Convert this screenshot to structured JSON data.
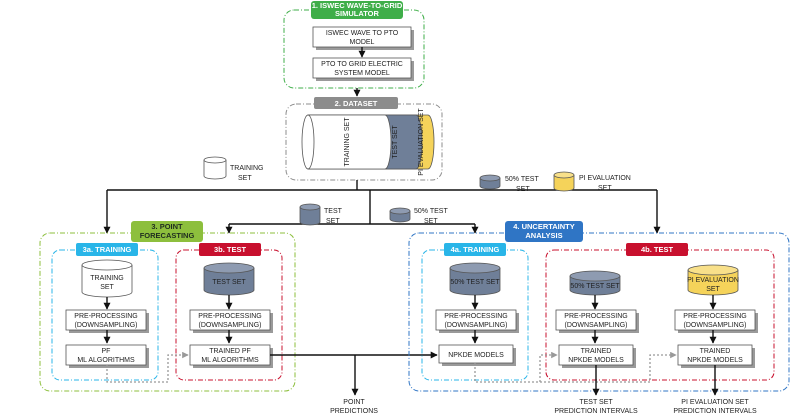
{
  "simulator": {
    "title_line1": "1. ISWEC WAVE-TO-GRID",
    "title_line2": "SIMULATOR",
    "box1_line1": "ISWEC WAVE TO PTO",
    "box1_line2": "MODEL",
    "box2_line1": "PTO TO GRID ELECTRIC",
    "box2_line2": "SYSTEM MODEL"
  },
  "dataset": {
    "title": "2. DATASET",
    "training_set": "TRAINING SET",
    "test_set": "TEST SET",
    "pi_eval_set": "PI EVALUATION SET"
  },
  "flow_labels": {
    "training_set_line1": "TRAINING",
    "training_set_line2": "SET",
    "test_set_line1": "TEST",
    "test_set_line2": "SET",
    "fifty_test_set_a_line1": "50% TEST",
    "fifty_test_set_a_line2": "SET",
    "fifty_test_set_b_line1": "50% TEST",
    "fifty_test_set_b_line2": "SET",
    "pi_eval_line1": "PI EVALUATION",
    "pi_eval_line2": "SET"
  },
  "point_forecasting": {
    "title_line1": "3. POINT",
    "title_line2": "FORECASTING",
    "training": {
      "header": "3a. TRAINING",
      "db_line1": "TRAINING",
      "db_line2": "SET",
      "pre_line1": "PRE-PROCESSING",
      "pre_line2": "(DOWNSAMPLING)",
      "ml_line1": "PF",
      "ml_line2": "ML ALGORITHMS"
    },
    "test": {
      "header": "3b. TEST",
      "db": "TEST SET",
      "pre_line1": "PRE-PROCESSING",
      "pre_line2": "(DOWNSAMPLING)",
      "ml_line1": "TRAINED PF",
      "ml_line2": "ML ALGORITHMS"
    },
    "output_line1": "POINT",
    "output_line2": "PREDICTIONS"
  },
  "uncertainty": {
    "title_line1": "4. UNCERTAINTY",
    "title_line2": "ANALYSIS",
    "training": {
      "header": "4a. TRAINING",
      "db": "50% TEST SET",
      "pre_line1": "PRE-PROCESSING",
      "pre_line2": "(DOWNSAMPLING)",
      "model": "NPKDE MODELS"
    },
    "test": {
      "header": "4b. TEST",
      "db_a": "50% TEST SET",
      "db_b_line1": "PI EVALUATION",
      "db_b_line2": "SET",
      "pre_a_line1": "PRE-PROCESSING",
      "pre_a_line2": "(DOWNSAMPLING)",
      "pre_b_line1": "PRE-PROCESSING",
      "pre_b_line2": "(DOWNSAMPLING)",
      "model_a_line1": "TRAINED",
      "model_a_line2": "NPKDE MODELS",
      "model_b_line1": "TRAINED",
      "model_b_line2": "NPKDE MODELS"
    },
    "output_a_line1": "TEST SET",
    "output_a_line2": "PREDICTION INTERVALS",
    "output_b_line1": "PI EVALUATION SET",
    "output_b_line2": "PREDICTION INTERVALS"
  },
  "colors": {
    "green": "#3fae49",
    "gray": "#8c8c8c",
    "cyan": "#29b5e8",
    "red": "#c8102e",
    "blue": "#2f75c5",
    "olive": "#8dbf3d",
    "slate": "#6f7f98",
    "yellow": "#f5d35a"
  }
}
